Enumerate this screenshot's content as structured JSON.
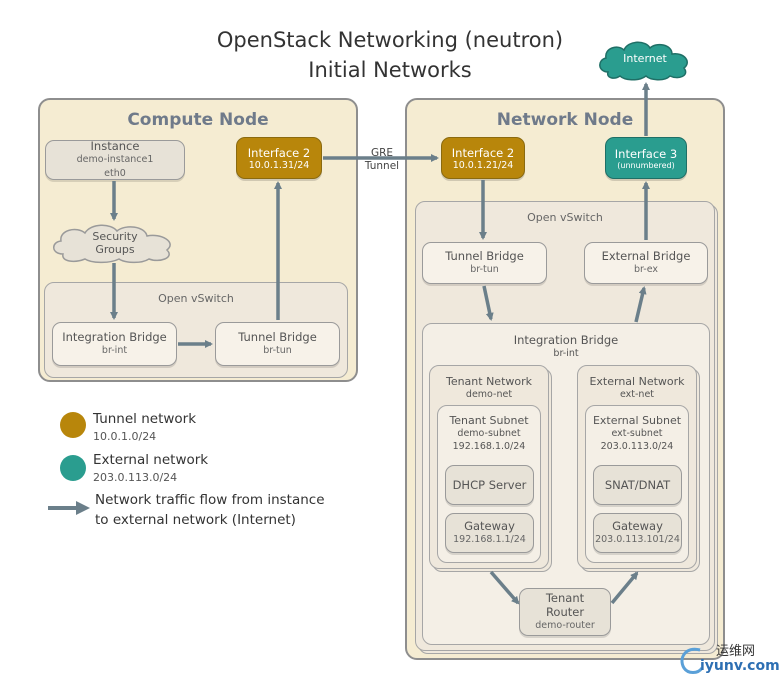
{
  "title": {
    "line1": "OpenStack Networking (neutron)",
    "line2": "Initial Networks"
  },
  "internet": {
    "label": "Internet"
  },
  "colors": {
    "tunnel": "#b8860b",
    "external": "#2a9d8f",
    "arrow": "#6b7f8a",
    "panel": "#f5ecd2"
  },
  "compute": {
    "title": "Compute Node",
    "instance": {
      "label": "Instance",
      "name": "demo-instance1",
      "port": "eth0"
    },
    "security_groups": {
      "line1": "Security",
      "line2": "Groups"
    },
    "ovs": {
      "label": "Open vSwitch"
    },
    "integration_bridge": {
      "label": "Integration Bridge",
      "name": "br-int"
    },
    "tunnel_bridge": {
      "label": "Tunnel Bridge",
      "name": "br-tun"
    },
    "interface2": {
      "label": "Interface 2",
      "ip": "10.0.1.31/24"
    }
  },
  "gre": {
    "line1": "GRE",
    "line2": "Tunnel"
  },
  "network": {
    "title": "Network Node",
    "interface2": {
      "label": "Interface 2",
      "ip": "10.0.1.21/24"
    },
    "interface3": {
      "label": "Interface 3",
      "ip": "(unnumbered)"
    },
    "ovs": {
      "label": "Open vSwitch"
    },
    "tunnel_bridge": {
      "label": "Tunnel Bridge",
      "name": "br-tun"
    },
    "external_bridge": {
      "label": "External Bridge",
      "name": "br-ex"
    },
    "integration_bridge": {
      "label": "Integration Bridge",
      "name": "br-int"
    },
    "tenant_network": {
      "label": "Tenant Network",
      "name": "demo-net",
      "subnet": {
        "label": "Tenant Subnet",
        "name": "demo-subnet",
        "cidr": "192.168.1.0/24"
      },
      "dhcp": {
        "label": "DHCP Server"
      },
      "gateway": {
        "label": "Gateway",
        "ip": "192.168.1.1/24"
      }
    },
    "external_network": {
      "label": "External Network",
      "name": "ext-net",
      "subnet": {
        "label": "External Subnet",
        "name": "ext-subnet",
        "cidr": "203.0.113.0/24"
      },
      "snat": {
        "label": "SNAT/DNAT"
      },
      "gateway": {
        "label": "Gateway",
        "ip": "203.0.113.101/24"
      }
    },
    "router": {
      "line1": "Tenant",
      "line2": "Router",
      "name": "demo-router"
    }
  },
  "legend": {
    "tunnel": {
      "label": "Tunnel network",
      "cidr": "10.0.1.0/24"
    },
    "external": {
      "label": "External network",
      "cidr": "203.0.113.0/24"
    },
    "flow": {
      "line1": "Network traffic flow from instance",
      "line2": "to external network (Internet)"
    }
  },
  "watermark": {
    "cn": "运维网",
    "url": "iyunv.com"
  }
}
